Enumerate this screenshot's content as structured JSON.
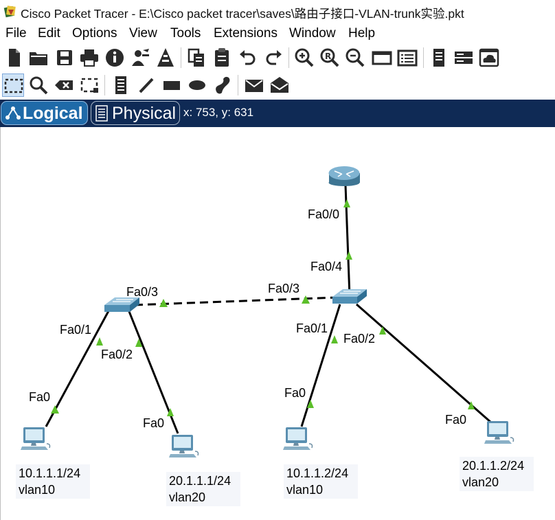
{
  "window": {
    "title": "Cisco Packet Tracer - E:\\Cisco packet tracer\\saves\\路由子接口-VLAN-trunk实验.pkt",
    "app_icon": "packet-tracer-icon"
  },
  "menu": [
    "File",
    "Edit",
    "Options",
    "View",
    "Tools",
    "Extensions",
    "Window",
    "Help"
  ],
  "toolbar_main": [
    "new-file-icon",
    "open-folder-icon",
    "save-icon",
    "print-icon",
    "info-icon",
    "activity-wizard-icon",
    "activity-grader-icon",
    "copy-icon",
    "paste-icon",
    "undo-icon",
    "redo-icon",
    "zoom-in-icon",
    "zoom-reset-icon",
    "zoom-out-icon",
    "drawing-palette-icon",
    "custom-device-dialog-icon",
    "clipboard-icon",
    "device-view-icon",
    "cloud-icon"
  ],
  "toolbar_tools": [
    "select-icon",
    "inspect-icon",
    "delete-icon",
    "resize-shape-icon",
    "place-note-icon",
    "draw-line-icon",
    "draw-rectangle-icon",
    "draw-ellipse-icon",
    "freeform-icon",
    "add-simple-pdu-icon",
    "add-complex-pdu-icon"
  ],
  "tabs": {
    "logical": "Logical",
    "physical": "Physical",
    "active": "logical",
    "logical_icon": "logical-topology-icon",
    "physical_icon": "physical-rack-icon"
  },
  "cursor": "x: 753, y: 631",
  "colors": {
    "tab_bar": "#0f2a55",
    "tab_active": "#1f6aa8",
    "link_up": "#5cbf2a",
    "switch": "#4f8fb4",
    "router": "#5d8fae"
  },
  "devices": {
    "router": "router-icon",
    "switch_left": "switch-icon",
    "switch_right": "switch-icon",
    "pc1": "pc-icon",
    "pc2": "pc-icon",
    "pc3": "pc-icon",
    "pc4": "pc-icon"
  },
  "port_labels": {
    "router_fa00": "Fa0/0",
    "swr_fa04": "Fa0/4",
    "swl_fa03": "Fa0/3",
    "swr_fa03": "Fa0/3",
    "swl_fa01": "Fa0/1",
    "swl_fa02": "Fa0/2",
    "swr_fa01": "Fa0/1",
    "swr_fa02": "Fa0/2",
    "pc1_fa0": "Fa0",
    "pc2_fa0": "Fa0",
    "pc3_fa0": "Fa0",
    "pc4_fa0": "Fa0"
  },
  "notes": {
    "pc1": {
      "ip": "10.1.1.1/24",
      "vlan": "vlan10"
    },
    "pc2": {
      "ip": "20.1.1.1/24",
      "vlan": "vlan20"
    },
    "pc3": {
      "ip": "10.1.1.2/24",
      "vlan": "vlan10"
    },
    "pc4": {
      "ip": "20.1.1.2/24",
      "vlan": "vlan20"
    }
  }
}
